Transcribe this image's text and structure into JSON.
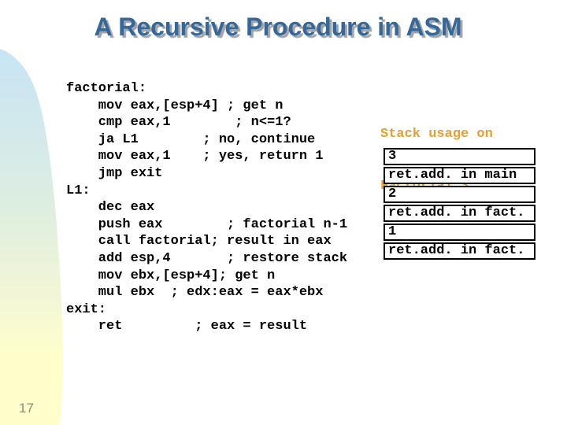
{
  "slide": {
    "title": "A Recursive Procedure in ASM",
    "page_number": "17"
  },
  "code": {
    "lines": [
      "factorial:",
      "    mov eax,[esp+4] ; get n",
      "    cmp eax,1        ; n<=1?",
      "    ja L1        ; no, continue",
      "    mov eax,1    ; yes, return 1",
      "    jmp exit",
      "L1:",
      "    dec eax",
      "    push eax        ; factorial n-1",
      "    call factorial; result in eax",
      "    add esp,4       ; restore stack",
      "    mov ebx,[esp+4]; get n",
      "    mul ebx  ; edx:eax = eax*ebx",
      "exit:",
      "    ret         ; eax = result"
    ]
  },
  "stack": {
    "label_line1": "Stack usage on",
    "label_line2": "Factorial 3:",
    "rows": [
      "3",
      "ret.add. in main",
      "2",
      "ret.add. in fact.",
      "1",
      "ret.add. in fact."
    ]
  },
  "colors": {
    "title_blue": "#35689A",
    "title_shadow_gray": "#A3A3A3",
    "stack_label_orange": "#E2A033",
    "code_text": "#000000",
    "table_border": "#000000",
    "swoosh_top_blue": "#C8E4F5",
    "swoosh_mid_green": "#DCEDE2",
    "swoosh_bottom_yellow": "#FFFFCC",
    "page_number_gray": "#8B8B7E",
    "background": "#FFFFFF"
  }
}
